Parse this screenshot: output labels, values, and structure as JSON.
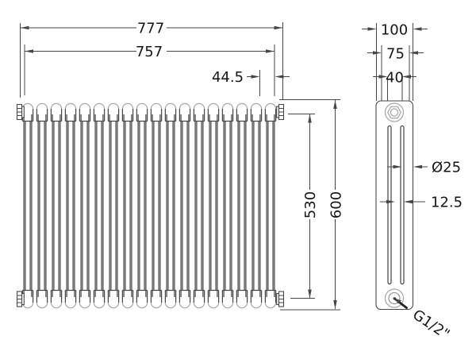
{
  "drawing": {
    "type": "radiator technical dimension drawing",
    "background": "#ffffff",
    "line_color": "#474747",
    "light_line_color": "#a8a8a8",
    "text_color": "#161616",
    "front_view": {
      "name": "front-view",
      "sections": 18,
      "dims": {
        "overall_width": "777",
        "centres_width": "757",
        "end_offset": "44.5",
        "tapping_height": "530",
        "overall_height": "600"
      }
    },
    "side_view": {
      "name": "side-view",
      "dims": {
        "depth": "100",
        "column_pitch": "75",
        "column_spacing": "40",
        "tube_diameter": "Ø25",
        "half_spacing": "12.5",
        "connection": "G1/2\""
      }
    }
  }
}
